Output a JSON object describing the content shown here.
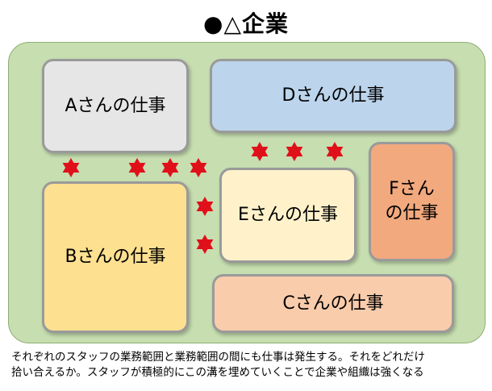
{
  "title": "●△企業",
  "boxes": {
    "a": "Aさんの仕事",
    "b": "Bさんの仕事",
    "c": "Cさんの仕事",
    "d": "Dさんの仕事",
    "e": "Eさんの仕事",
    "f_line1": "Fさん",
    "f_line2": "の仕事"
  },
  "caption": {
    "line1": "それぞれのスタッフの業務範囲と業務範囲の間にも仕事は発生する。それをどれだけ",
    "line2": "拾い合えるか。スタッフが積極的にこの溝を埋めていくことで企業や組織は強くなる"
  },
  "colors": {
    "panel": "#c6deb0",
    "star": "#e0101a",
    "a": "#e6e6e6",
    "b": "#fde090",
    "c": "#f9ccac",
    "d": "#bcd5ec",
    "e": "#fff2cb",
    "f": "#f2a97e"
  }
}
